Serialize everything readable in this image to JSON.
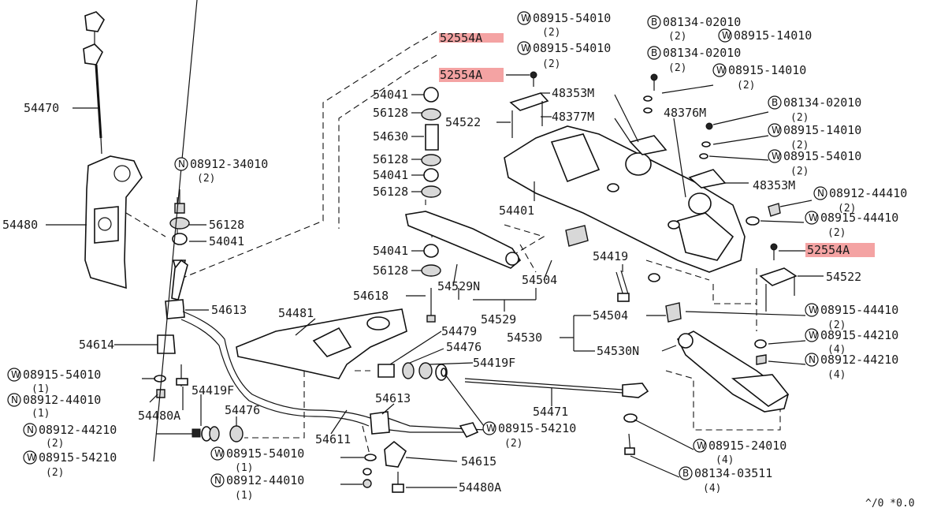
{
  "labels": {
    "p54470": "54470",
    "p54480": "54480",
    "p56128_a": "56128",
    "p54041_a": "54041",
    "p54613_a": "54613",
    "p54614": "54614",
    "p54481": "54481",
    "p54041_b": "54041",
    "p56128_b": "56128",
    "p54630": "54630",
    "p56128_c": "56128",
    "p54041_c": "54041",
    "p56128_d": "56128",
    "p54522_a": "54522",
    "p52554a_top": "52554A",
    "p52554a_2": "52554A",
    "p52554a_right": "52554A",
    "p48353m_a": "48353M",
    "p48377m": "48377M",
    "p48376m": "48376M",
    "p48353m_b": "48353M",
    "p54401": "54401",
    "p54041_d": "54041",
    "p56128_e": "56128",
    "p54529n": "54529N",
    "p54504_a": "54504",
    "p54529": "54529",
    "p54618": "54618",
    "p54479": "54479",
    "p54476_a": "54476",
    "p54419f_a": "54419F",
    "p54419": "54419",
    "p54522_b": "54522",
    "p54504_b": "54504",
    "p54530": "54530",
    "p54530n": "54530N",
    "p54471": "54471",
    "p54613_b": "54613",
    "p54615": "54615",
    "p54480a_a": "54480A",
    "p54480a_b": "54480A",
    "p54419f_b": "54419F",
    "p54476_b": "54476",
    "p54611": "54611"
  },
  "callouts": {
    "w_0891554010_top": {
      "prefix": "W",
      "number": "08915-54010",
      "qty": "(2)"
    },
    "b_0813402010_top": {
      "prefix": "B",
      "number": "08134-02010",
      "qty": "(2)"
    },
    "w_0891514010_top": {
      "prefix": "W",
      "number": "08915-14010",
      "qty": ""
    },
    "w_0891554010_2": {
      "prefix": "W",
      "number": "08915-54010",
      "qty": "(2)"
    },
    "b_0813402010_2": {
      "prefix": "B",
      "number": "08134-02010",
      "qty": "(2)"
    },
    "w_0891514010_2": {
      "prefix": "W",
      "number": "08915-14010",
      "qty": "(2)"
    },
    "b_0813402010_3": {
      "prefix": "B",
      "number": "08134-02010",
      "qty": "(2)"
    },
    "w_0891514010_3": {
      "prefix": "W",
      "number": "08915-14010",
      "qty": "(2)"
    },
    "w_0891554010_3": {
      "prefix": "W",
      "number": "08915-54010",
      "qty": "(2)"
    },
    "n_0891244410": {
      "prefix": "N",
      "number": "08912-44410",
      "qty": "(2)"
    },
    "w_0891544410_a": {
      "prefix": "W",
      "number": "08915-44410",
      "qty": "(2)"
    },
    "n_0891234010": {
      "prefix": "N",
      "number": "08912-34010",
      "qty": "(2)"
    },
    "w_0891544410_b": {
      "prefix": "W",
      "number": "08915-44410",
      "qty": "(2)"
    },
    "w_0891544210": {
      "prefix": "W",
      "number": "08915-44210",
      "qty": "(4)"
    },
    "n_0891244210_r": {
      "prefix": "N",
      "number": "08912-44210",
      "qty": "(4)"
    },
    "w_0891554010_l": {
      "prefix": "W",
      "number": "08915-54010",
      "qty": "(1)"
    },
    "n_0891244010_l": {
      "prefix": "N",
      "number": "08912-44010",
      "qty": "(1)"
    },
    "n_0891244210_l": {
      "prefix": "N",
      "number": "08912-44210",
      "qty": "(2)"
    },
    "w_0891554210_l": {
      "prefix": "W",
      "number": "08915-54210",
      "qty": "(2)"
    },
    "w_0891554010_b": {
      "prefix": "W",
      "number": "08915-54010",
      "qty": "(1)"
    },
    "n_0891244010_b": {
      "prefix": "N",
      "number": "08912-44010",
      "qty": "(1)"
    },
    "w_0891554210_m": {
      "prefix": "W",
      "number": "08915-54210",
      "qty": "(2)"
    },
    "w_0891524010": {
      "prefix": "W",
      "number": "08915-24010",
      "qty": "(4)"
    },
    "b_0813403511": {
      "prefix": "B",
      "number": "08134-03511",
      "qty": "(4)"
    }
  },
  "footer_code": "^/0 *0.0",
  "colors": {
    "highlight": "#f4a3a3",
    "ink": "#111111",
    "background": "#ffffff"
  }
}
